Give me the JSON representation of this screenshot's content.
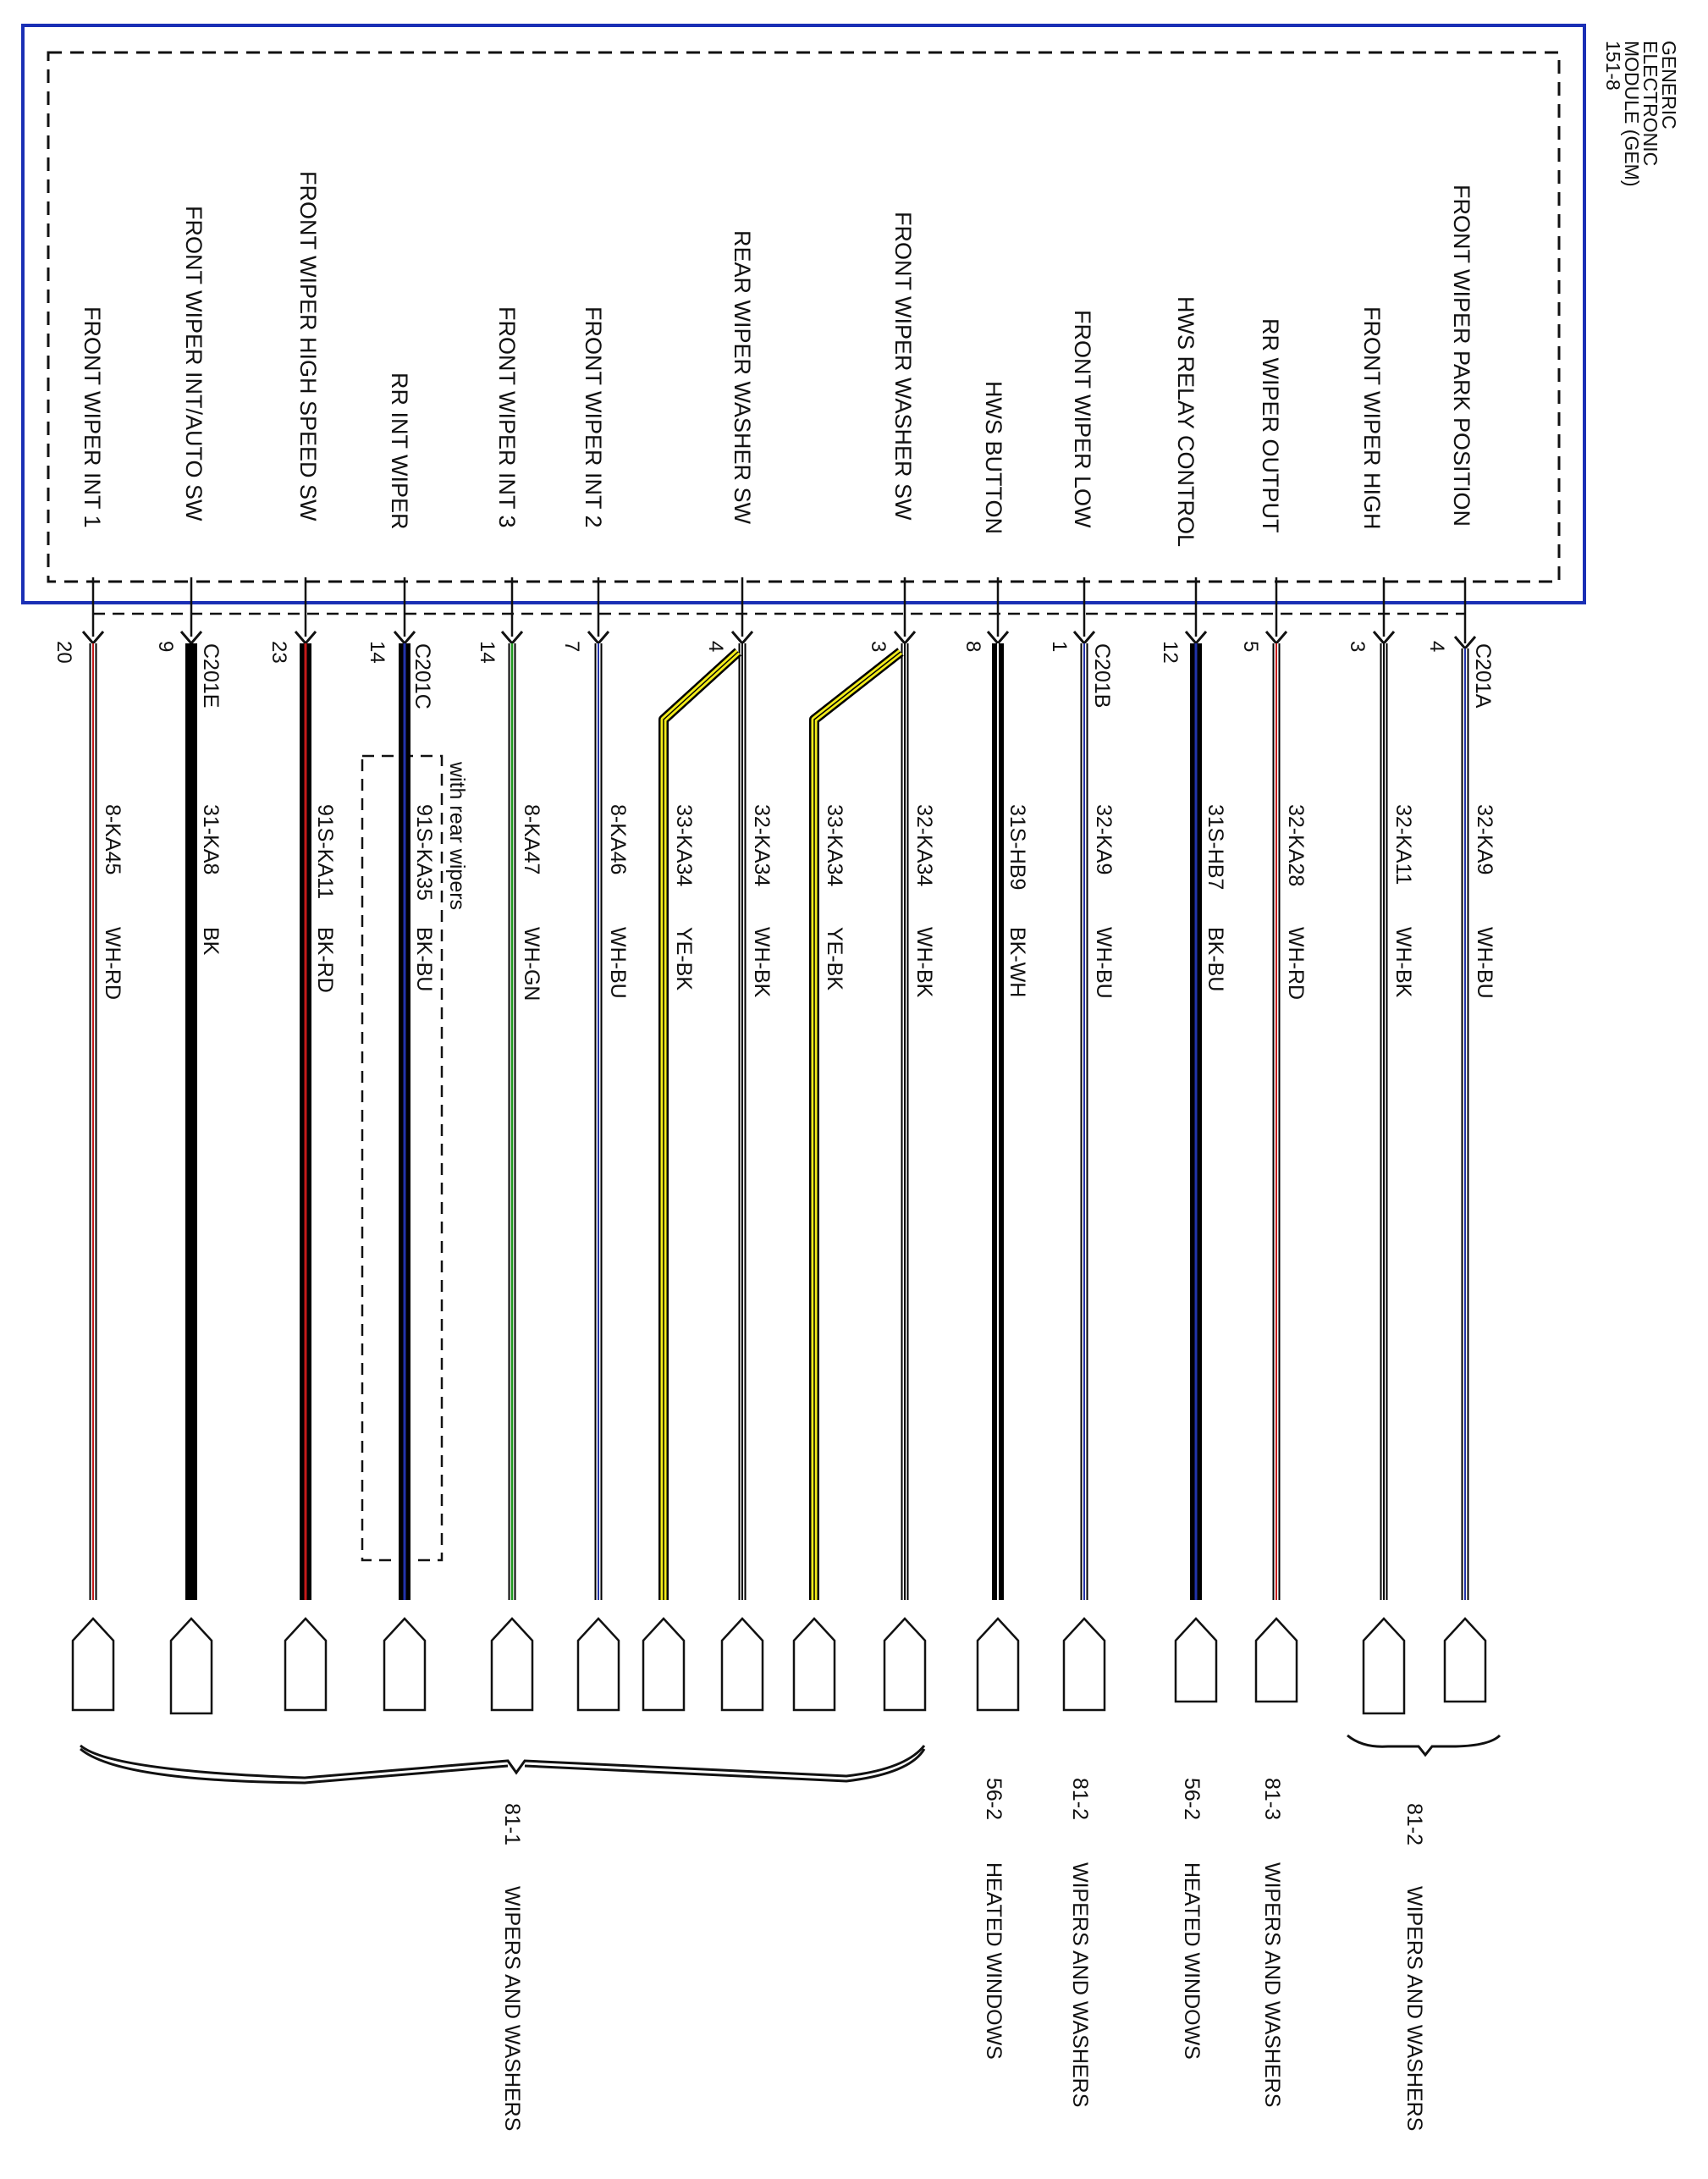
{
  "module": {
    "lines": [
      "GENERIC",
      "ELECTRONIC",
      "MODULE (GEM)",
      "151-8"
    ]
  },
  "optional_note": "with rear wipers",
  "colors": {
    "module_border": "#1a2fb5",
    "BK": "#000000",
    "WH": "#ffffff",
    "RD": "#c41a1a",
    "BU": "#2233aa",
    "GN": "#1e9a1e",
    "YE": "#f2ec1a"
  },
  "circuits": [
    {
      "signal": "FRONT WIPER PARK POSITION",
      "connector": "C201A",
      "pin": "4",
      "wire": "32-KA9",
      "color": "WH-BU"
    },
    {
      "signal": "FRONT WIPER HIGH",
      "connector": "",
      "pin": "3",
      "wire": "32-KA11",
      "color": "WH-BK"
    },
    {
      "signal": "RR WIPER OUTPUT",
      "connector": "",
      "pin": "5",
      "wire": "32-KA28",
      "color": "WH-RD"
    },
    {
      "signal": "HWS RELAY CONTROL",
      "connector": "",
      "pin": "12",
      "wire": "31S-HB7",
      "color": "BK-BU"
    },
    {
      "signal": "FRONT WIPER LOW",
      "connector": "C201B",
      "pin": "1",
      "wire": "32-KA9",
      "color": "WH-BU"
    },
    {
      "signal": "HWS BUTTON",
      "connector": "",
      "pin": "8",
      "wire": "31S-HB9",
      "color": "BK-WH"
    },
    {
      "signal": "FRONT WIPER WASHER SW",
      "connector": "",
      "pin": "3",
      "wire": "32-KA34",
      "color": "WH-BK",
      "splice": {
        "wire": "33-KA34",
        "color": "YE-BK"
      }
    },
    {
      "signal": "REAR WIPER WASHER SW",
      "connector": "",
      "pin": "4",
      "wire": "32-KA34",
      "color": "WH-BK",
      "splice": {
        "wire": "33-KA34",
        "color": "YE-BK"
      }
    },
    {
      "signal": "FRONT WIPER INT 2",
      "connector": "",
      "pin": "7",
      "wire": "8-KA46",
      "color": "WH-BU"
    },
    {
      "signal": "FRONT WIPER INT 3",
      "connector": "",
      "pin": "14",
      "wire": "8-KA47",
      "color": "WH-GN"
    },
    {
      "signal": "RR INT WIPER",
      "connector": "C201C",
      "pin": "14",
      "wire": "91S-KA35",
      "color": "BK-BU"
    },
    {
      "signal": "FRONT WIPER HIGH SPEED SW",
      "connector": "",
      "pin": "23",
      "wire": "91S-KA11",
      "color": "BK-RD"
    },
    {
      "signal": "FRONT WIPER INT/AUTO SW",
      "connector": "C201E",
      "pin": "9",
      "wire": "31-KA8",
      "color": "BK"
    },
    {
      "signal": "FRONT WIPER INT 1",
      "connector": "",
      "pin": "20",
      "wire": "8-KA45",
      "color": "WH-RD"
    }
  ],
  "destinations": [
    {
      "page": "81-2",
      "label": "WIPERS AND WASHERS"
    },
    {
      "page": "81-3",
      "label": "WIPERS AND WASHERS"
    },
    {
      "page": "56-2",
      "label": "HEATED WINDOWS"
    },
    {
      "page": "81-2",
      "label": "WIPERS AND WASHERS"
    },
    {
      "page": "56-2",
      "label": "HEATED WINDOWS"
    },
    {
      "page": "81-1",
      "label": "WIPERS AND WASHERS"
    }
  ]
}
